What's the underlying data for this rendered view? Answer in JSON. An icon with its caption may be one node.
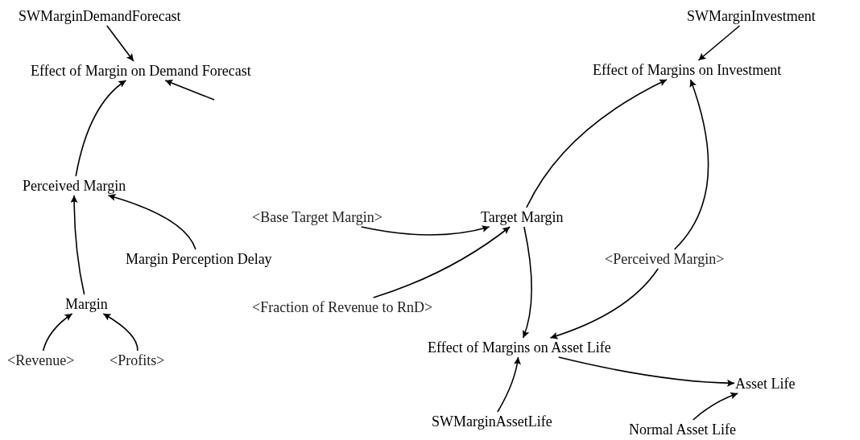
{
  "diagram": {
    "nodes": [
      {
        "text": [
          "SWMarginDemandForecast"
        ]
      },
      {
        "text": [
          "Effect of Margin on Demand Forecast"
        ]
      },
      {
        "text": [
          "Perceived Margin"
        ]
      },
      {
        "text": [
          "Margin Perception Delay"
        ]
      },
      {
        "text": [
          "Margin"
        ]
      },
      {
        "text": [
          "<Revenue>"
        ]
      },
      {
        "text": [
          "<Profits>"
        ]
      },
      {
        "text": [
          "<Base Target Margin>"
        ]
      },
      {
        "text": [
          "Target Margin"
        ]
      },
      {
        "text": [
          "<Fraction of Revenue to RnD>"
        ]
      },
      {
        "text": [
          "SWMarginInvestment"
        ]
      },
      {
        "text": [
          "Effect of Margins on Investment"
        ]
      },
      {
        "text": [
          "<Perceived Margin>"
        ]
      },
      {
        "text": [
          "Effect of Margins on Asset Life"
        ]
      },
      {
        "text": [
          "Asset Life"
        ]
      },
      {
        "text": [
          "SWMarginAssetLife"
        ]
      },
      {
        "text": [
          "Normal Asset Life"
        ]
      }
    ],
    "edges": [
      {
        "from": 0,
        "to": 1,
        "arrow": "to"
      },
      {
        "from": 2,
        "to": 1,
        "arrow": "to"
      },
      {
        "from": null,
        "to": 1,
        "arrow": "to"
      },
      {
        "from": 3,
        "to": 2,
        "arrow": "to"
      },
      {
        "from": 4,
        "to": 2,
        "arrow": "to"
      },
      {
        "from": 5,
        "to": 4,
        "arrow": "to"
      },
      {
        "from": 6,
        "to": 4,
        "arrow": "to"
      },
      {
        "from": 7,
        "to": 8,
        "arrow": "to"
      },
      {
        "from": 9,
        "to": 8,
        "arrow": "to"
      },
      {
        "from": 8,
        "to": 11,
        "arrow": "to"
      },
      {
        "from": 12,
        "to": 11,
        "arrow": "to"
      },
      {
        "from": 8,
        "to": 13,
        "arrow": "to"
      },
      {
        "from": 12,
        "to": 13,
        "arrow": "to"
      },
      {
        "from": 13,
        "to": 14,
        "arrow": "to"
      },
      {
        "from": 15,
        "to": 13,
        "arrow": "to"
      },
      {
        "from": 16,
        "to": 14,
        "arrow": "to"
      },
      {
        "from": 10,
        "to": 11,
        "arrow": "to"
      }
    ]
  }
}
